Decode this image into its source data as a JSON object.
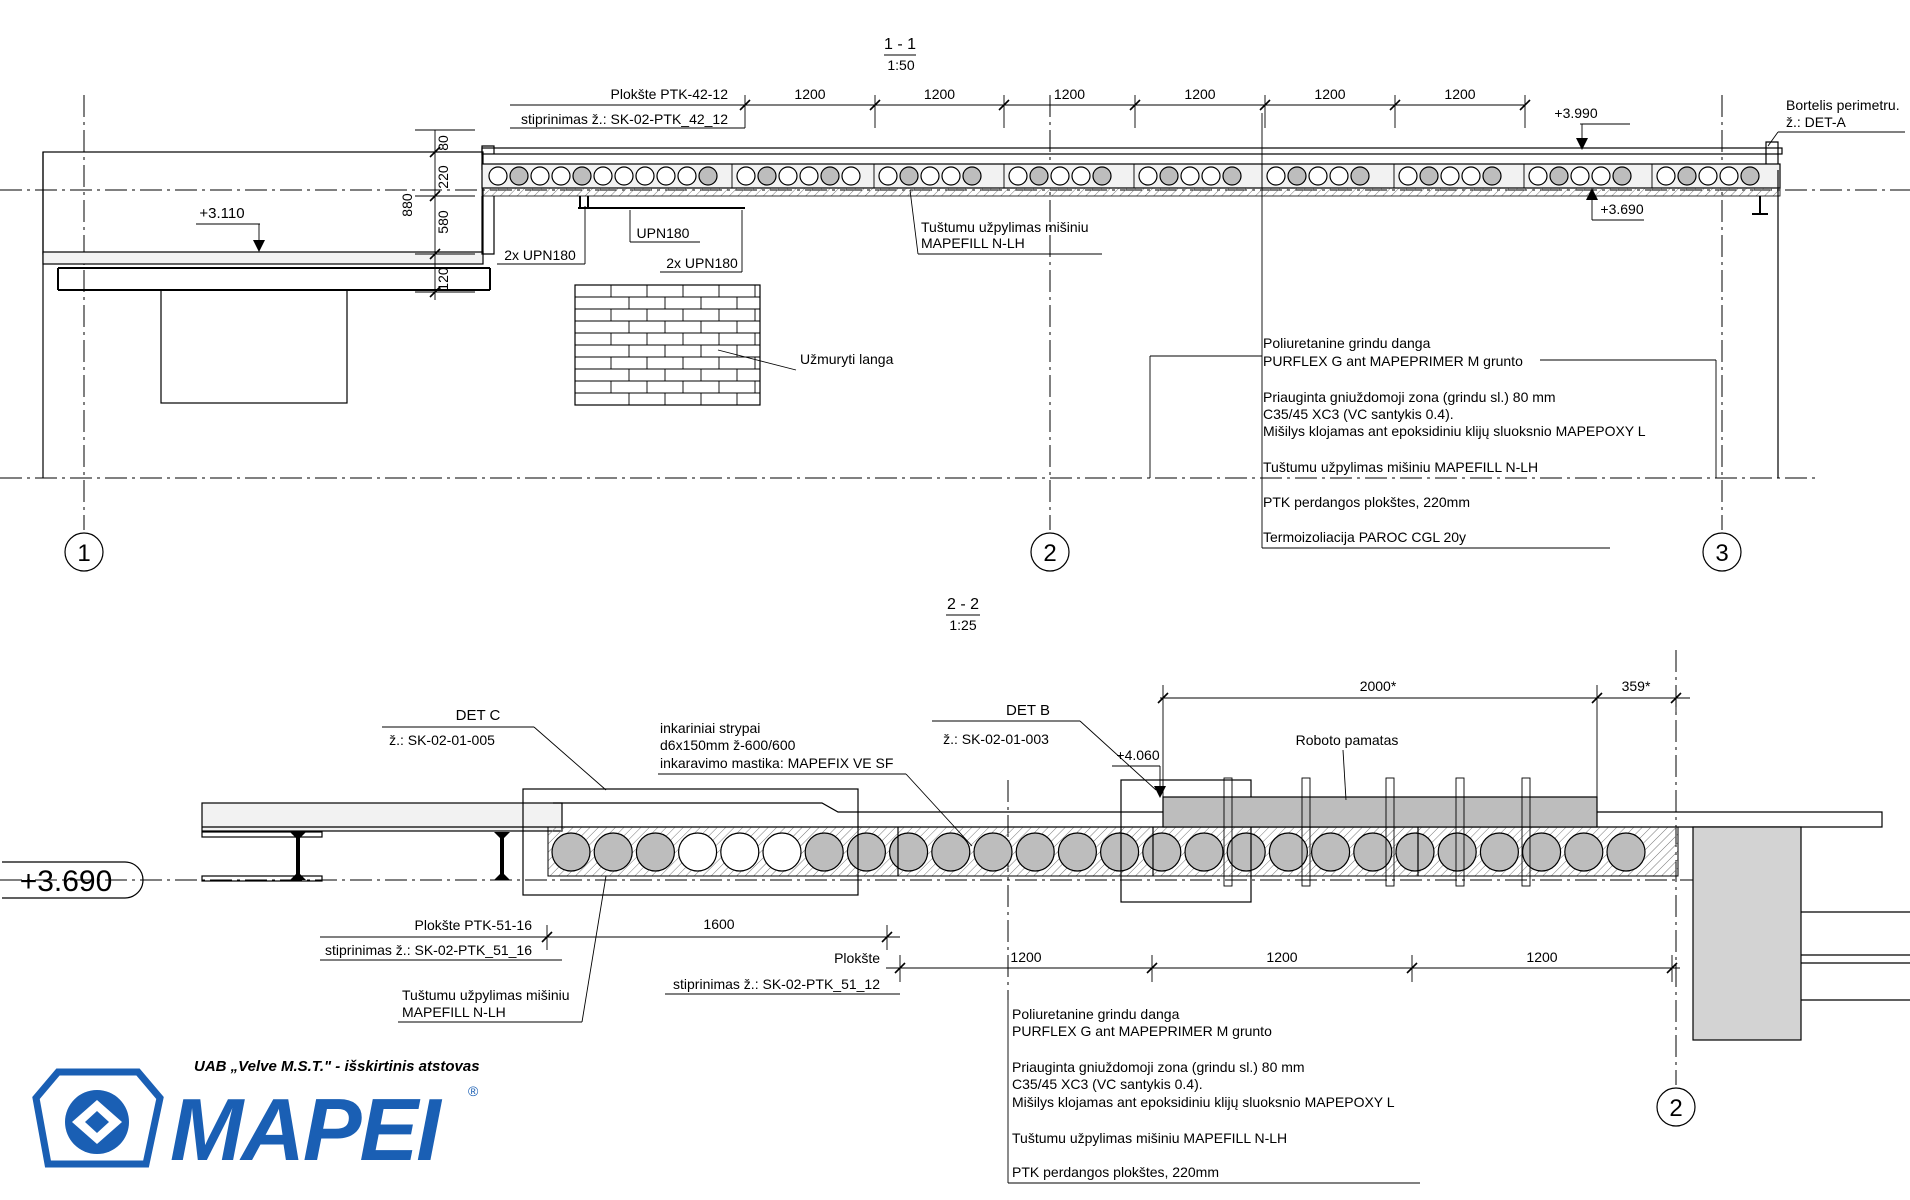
{
  "section_1": {
    "title": "1 - 1",
    "scale": "1:50",
    "slab_label": "Plokšte PTK-42-12",
    "slab_reinforcement": "stiprinimas ž.: SK-02-PTK_42_12",
    "spans": [
      "1200",
      "1200",
      "1200",
      "1200",
      "1200",
      "1200"
    ],
    "level_top": "+3.990",
    "level_bottom": "+3.690",
    "level_left": "+3.110",
    "parapet_label": "Bortelis perimetru.",
    "parapet_ref": "ž.: DET-A",
    "vertical_dims": [
      "80",
      "220",
      "580",
      "880",
      "120"
    ],
    "upn_left": "2x UPN180",
    "upn_mid": "UPN180",
    "upn_right": "2x UPN180",
    "fill_label_1": "Tuštumu užpylimas mišiniu",
    "fill_label_2": "MAPEFILL N-LH",
    "brick_label": "Užmuryti langa",
    "layers": [
      "Poliuretanine grindu danga",
      "PURFLEX G ant MAPEPRIMER M grunto",
      "Priauginta gniuždomoji zona (grindu sl.) 80 mm",
      "C35/45 XC3 (VC santykis 0.4).",
      "Mišilys klojamas ant epoksidiniu klijų sluoksnio MAPEPOXY L",
      "Tuštumu užpylimas mišiniu MAPEFILL N-LH",
      "PTK perdangos plokštes, 220mm",
      "Termoizoliacija PAROC CGL 20y"
    ],
    "axes": [
      "1",
      "2",
      "3"
    ]
  },
  "section_2": {
    "title": "2 - 2",
    "scale": "1:25",
    "det_c": "DET C",
    "det_c_ref": "ž.: SK-02-01-005",
    "anchor_1": "inkariniai strypai",
    "anchor_2": "d6x150mm ž-600/600",
    "anchor_3": "inkaravimo mastika: MAPEFIX VE SF",
    "det_b": "DET B",
    "det_b_ref": "ž.: SK-02-01-003",
    "level_det": "+4.060",
    "dim_2000": "2000*",
    "dim_359": "359*",
    "robot_label": "Roboto pamatas",
    "level_main": "+3.690",
    "slab_label": "Plokšte PTK-51-16",
    "slab_reinforcement": "stiprinimas ž.: SK-02-PTK_51_16",
    "dim_1600": "1600",
    "slab2_label": "Plokšte",
    "slab2_reinforcement": "stiprinimas ž.: SK-02-PTK_51_12",
    "spans": [
      "1200",
      "1200",
      "1200"
    ],
    "fill_label_1": "Tuštumu užpylimas mišiniu",
    "fill_label_2": "MAPEFILL N-LH",
    "layers": [
      "Poliuretanine grindu danga",
      "PURFLEX G ant MAPEPRIMER M grunto",
      "Priauginta gniuždomoji zona (grindu sl.) 80 mm",
      "C35/45 XC3 (VC santykis 0.4).",
      "Mišilys klojamas ant epoksidiniu klijų sluoksnio MAPEPOXY L",
      "Tuštumu užpylimas mišiniu MAPEFILL N-LH",
      "PTK perdangos plokštes, 220mm"
    ],
    "axis": "2"
  },
  "logo": {
    "company": "UAB „Velve M.S.T.\" - išskirtinis atstovas",
    "brand": "MAPEI",
    "reg": "®",
    "brand_color": "#1a5fb4"
  }
}
